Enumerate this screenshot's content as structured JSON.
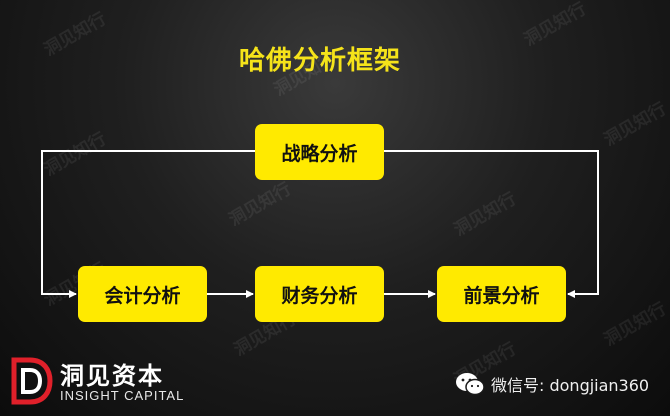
{
  "title": "哈佛分析框架",
  "nodes": {
    "strategy": "战略分析",
    "accounting": "会计分析",
    "financial": "财务分析",
    "prospect": "前景分析"
  },
  "watermark": "洞见知行",
  "brand": {
    "name_cn": "洞见资本",
    "name_en": "INSIGHT CAPITAL"
  },
  "wechat": {
    "label": "微信号: dongjian360",
    "icon": "wechat-icon"
  },
  "colors": {
    "node_fill": "#ffea00",
    "title": "#f5e31a",
    "connector": "#ffffff"
  }
}
